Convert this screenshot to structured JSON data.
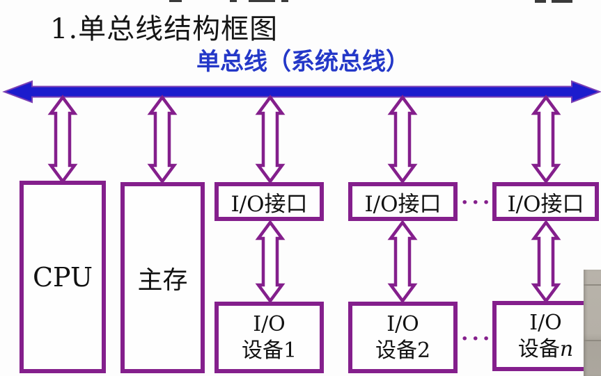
{
  "window": {
    "background": "#fdfdfd"
  },
  "title": {
    "text": "1.单总线结构框图"
  },
  "bus": {
    "label": "单总线（系统总线）"
  },
  "colors": {
    "canvas_bg": "#fdfdfd",
    "bus_fill": "#1c1ccd",
    "bus_stroke": "#7b3fb3",
    "purple": "#841f8c",
    "title_black": "#151515",
    "label_blue": "#2438c8",
    "photo_gray": "#b3aea5"
  },
  "boxes": {
    "cpu": {
      "label": "CPU"
    },
    "memory": {
      "label": "主存"
    },
    "interfaces": [
      {
        "label": "I/O接口"
      },
      {
        "label": "I/O接口"
      },
      {
        "label": "I/O接口"
      }
    ],
    "devices": [
      {
        "line1": "I/O",
        "prefix": "设备",
        "suffix": "1"
      },
      {
        "line1": "I/O",
        "prefix": "设备",
        "suffix": "2"
      },
      {
        "line1": "I/O",
        "prefix": "设备",
        "suffix": "n"
      }
    ]
  },
  "ellipsis": {
    "top": "···",
    "bottom": "···"
  }
}
